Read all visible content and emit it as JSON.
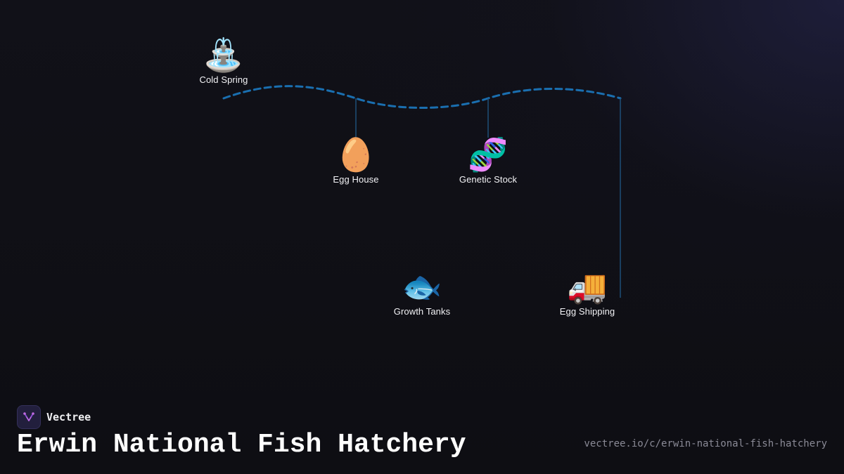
{
  "diagram": {
    "nodes": [
      {
        "id": "cold-spring",
        "emoji": "⛲",
        "label": "Cold Spring"
      },
      {
        "id": "egg-house",
        "emoji": "🥚",
        "label": "Egg House"
      },
      {
        "id": "genetic-stock",
        "emoji": "🧬",
        "label": "Genetic Stock"
      },
      {
        "id": "growth-tanks",
        "emoji": "🐟",
        "label": "Growth Tanks"
      },
      {
        "id": "egg-shipping",
        "emoji": "🚚",
        "label": "Egg Shipping"
      }
    ],
    "colors": {
      "main_flow": "#1a6fb0",
      "branch_line": "#1e4f78"
    }
  },
  "brand": {
    "name": "Vectree",
    "logo_icon": "vectree-tree-icon"
  },
  "title": "Erwin National Fish Hatchery",
  "url": "vectree.io/c/erwin-national-fish-hatchery"
}
